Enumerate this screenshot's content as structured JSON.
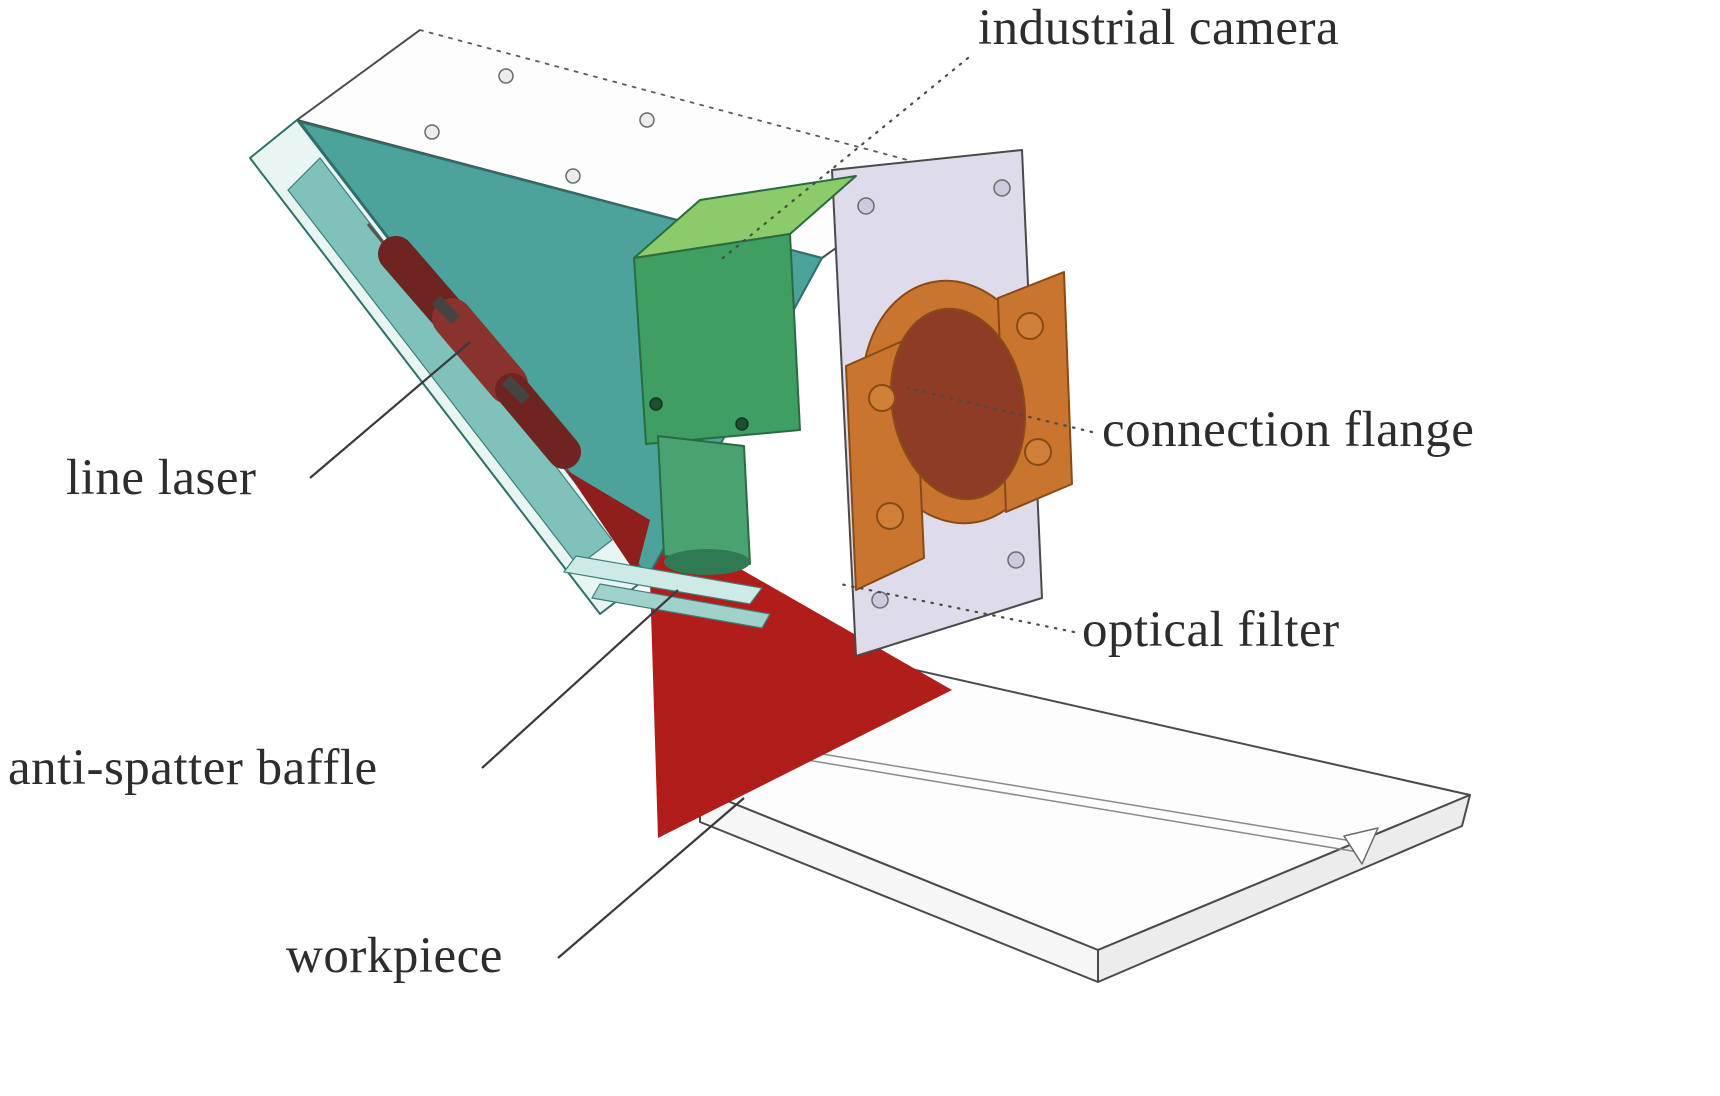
{
  "labels": {
    "industrial_camera": "industrial camera",
    "connection_flange": "connection flange",
    "optical_filter": "optical filter",
    "line_laser": "line laser",
    "anti_spatter_baffle": "anti-spatter baffle",
    "workpiece": "workpiece"
  },
  "colors": {
    "background": "#ffffff",
    "text": "#2d2d2d",
    "white_part": "#fdfdfd",
    "thickness_light": "#f6f6f6",
    "thickness_dark": "#ececec",
    "housing_teal": "#4ba39c",
    "panel_frame": "#e9f5f2",
    "panel_glass": "#7fc2bb",
    "baffle_teal": "#cdeae6",
    "baffle_teal2": "#9ed2cb",
    "camera_green": "#3f9e62",
    "camera_green_top": "#8ccb6a",
    "lens_green": "#4aa273",
    "lens_green_dark": "#2f7a52",
    "flange_plate": "#dedbeb",
    "flange_plate_hole": "#cdc9de",
    "flange_orange": "#c9752f",
    "flange_maroon": "#8e3c26",
    "bolt_orange": "#d08038",
    "laser_red": "#b01d1a",
    "laser_red_dark": "#8f1f1c",
    "laser_module": "#8a332c",
    "laser_module_dark": "#6e2420",
    "screw_light": "#ececec",
    "screw_green": "#1f4f33"
  }
}
